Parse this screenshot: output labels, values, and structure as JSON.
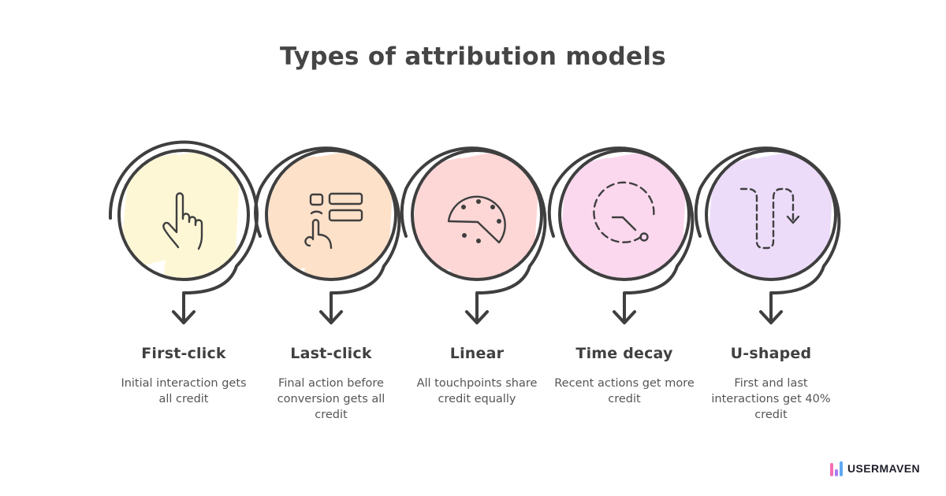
{
  "title": "Types of attribution models",
  "stroke_color": "#3f3f3f",
  "steps": [
    {
      "label": "First-click",
      "description": "Initial interaction gets all credit",
      "icon": "pointing-hand-icon",
      "fill_color": "#fdf7d6"
    },
    {
      "label": "Last-click",
      "description": "Final action before conversion gets all credit",
      "icon": "tap-list-icon",
      "fill_color": "#fde1c9"
    },
    {
      "label": "Linear",
      "description": "All touchpoints share credit equally",
      "icon": "pie-dial-icon",
      "fill_color": "#fdd6d6"
    },
    {
      "label": "Time decay",
      "description": "Recent actions get more credit",
      "icon": "dashed-clock-icon",
      "fill_color": "#fbd8ee"
    },
    {
      "label": "U-shaped",
      "description": "First and last interactions get 40% credit",
      "icon": "u-path-arrow-icon",
      "fill_color": "#ecdcf9"
    }
  ],
  "brand": {
    "name": "USERMAVEN",
    "bar_colors": [
      "#f46fb4",
      "#a97cf4",
      "#5fa8f5"
    ]
  }
}
